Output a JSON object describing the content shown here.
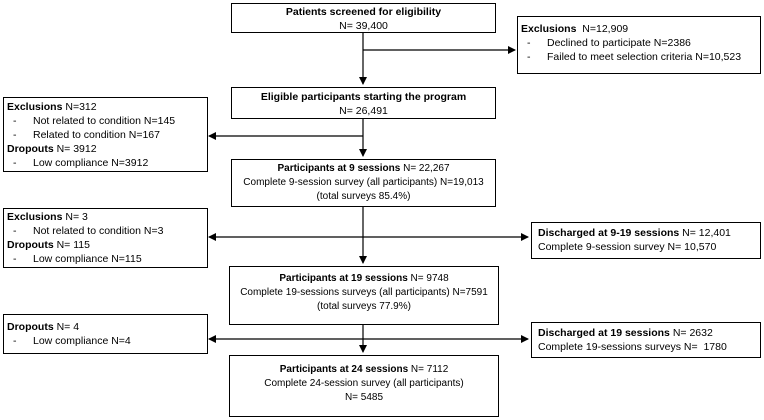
{
  "boxes": {
    "screened": {
      "title": "Patients screened for eligibility",
      "n": "N= 39,400"
    },
    "excl1": {
      "head_bold": "Exclusions",
      "head_rest": "  N=12,909",
      "items": [
        "Declined to participate N=2386",
        "Failed to meet selection criteria N=10,523"
      ]
    },
    "eligible": {
      "title": "Eligible participants starting the program",
      "n": "N= 26,491"
    },
    "excl2": {
      "head_bold": "Exclusions",
      "head_rest": " N=312",
      "items": [
        "Not related to condition N=145",
        "Related to condition N=167"
      ],
      "drop_bold": "Dropouts",
      "drop_rest": " N= 3912",
      "drop_items": [
        "Low compliance N=3912"
      ]
    },
    "s9": {
      "title_bold": "Participants at 9 sessions",
      "title_rest": " N= 22,267",
      "line2": "Complete 9-session survey (all participants) N=19,013",
      "line3": "(total surveys 85.4%)"
    },
    "excl3": {
      "head_bold": "Exclusions",
      "head_rest": " N= 3",
      "items": [
        "Not related to condition N=3"
      ],
      "drop_bold": "Dropouts",
      "drop_rest": " N= 115",
      "drop_items": [
        "Low compliance N=115"
      ]
    },
    "dis9": {
      "title_bold": "Discharged at 9-19 sessions",
      "title_rest": " N= 12,401",
      "line2": "Complete 9-session survey N= 10,570"
    },
    "s19": {
      "title_bold": "Participants at 19 sessions",
      "title_rest": " N= 9748",
      "line2": "Complete 19-sessions surveys (all participants) N=7591",
      "line3": "(total surveys 77.9%)"
    },
    "drop4": {
      "drop_bold": "Dropouts",
      "drop_rest": " N= 4",
      "drop_items": [
        "Low compliance N=4"
      ]
    },
    "dis19": {
      "title_bold": "Discharged at 19 sessions",
      "title_rest": " N= 2632",
      "line2": "Complete 19-sessions surveys N=  1780"
    },
    "s24": {
      "title_bold": "Participants at 24 sessions",
      "title_rest": " N= 7112",
      "line2": "Complete 24-session survey (all participants)",
      "line3": "N= 5485"
    }
  },
  "list_marker": "-"
}
